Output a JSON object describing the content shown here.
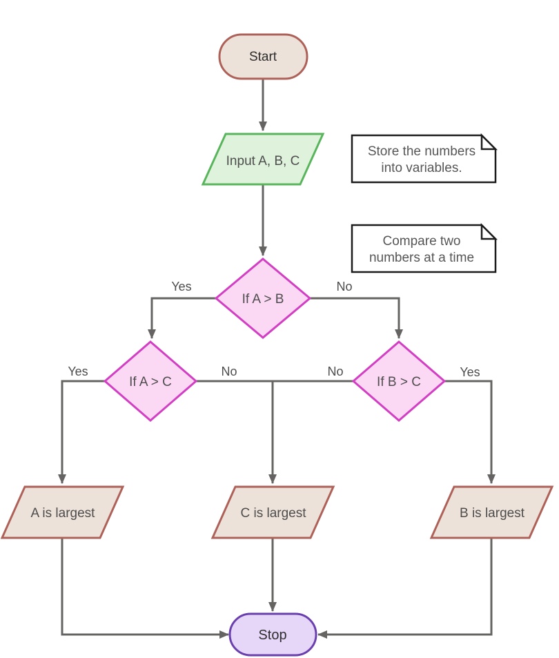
{
  "diagram": {
    "type": "flowchart",
    "nodes": {
      "start": {
        "label": "Start",
        "shape": "terminator"
      },
      "input": {
        "label": "Input A, B, C",
        "shape": "parallelogram"
      },
      "decision_ab": {
        "label": "If A > B",
        "shape": "diamond"
      },
      "decision_ac": {
        "label": "If A > C",
        "shape": "diamond"
      },
      "decision_bc": {
        "label": "If B > C",
        "shape": "diamond"
      },
      "result_a": {
        "label": "A is largest",
        "shape": "parallelogram"
      },
      "result_c": {
        "label": "C is largest",
        "shape": "parallelogram"
      },
      "result_b": {
        "label": "B is largest",
        "shape": "parallelogram"
      },
      "stop": {
        "label": "Stop",
        "shape": "terminator"
      }
    },
    "notes": [
      {
        "line1": "Store the numbers",
        "line2": "into variables."
      },
      {
        "line1": "Compare two",
        "line2": "numbers at a time"
      }
    ],
    "edges": [
      {
        "from": "start",
        "to": "input",
        "label": ""
      },
      {
        "from": "input",
        "to": "decision_ab",
        "label": ""
      },
      {
        "from": "decision_ab",
        "to": "decision_ac",
        "label": "Yes"
      },
      {
        "from": "decision_ab",
        "to": "decision_bc",
        "label": "No"
      },
      {
        "from": "decision_ac",
        "to": "result_a",
        "label": "Yes"
      },
      {
        "from": "decision_ac",
        "to": "result_c",
        "label": "No"
      },
      {
        "from": "decision_bc",
        "to": "result_c",
        "label": "No"
      },
      {
        "from": "decision_bc",
        "to": "result_b",
        "label": "Yes"
      },
      {
        "from": "result_a",
        "to": "stop",
        "label": ""
      },
      {
        "from": "result_c",
        "to": "stop",
        "label": ""
      },
      {
        "from": "result_b",
        "to": "stop",
        "label": ""
      }
    ],
    "colors": {
      "terminator_fill": "#ede2d9",
      "terminator_border": "#ae6158",
      "io_fill": "#dff3dc",
      "io_border": "#58b55c",
      "decision_fill": "#fbd8f3",
      "decision_border": "#d23fc3",
      "result_fill": "#ede2d9",
      "result_border": "#ae6158",
      "stop_fill": "#e6d6f8",
      "stop_border": "#6a3fae",
      "note_fill": "#ffffff",
      "note_border": "#1b1b1b",
      "connector": "#666463",
      "label_text": "#4d4d4d"
    }
  }
}
